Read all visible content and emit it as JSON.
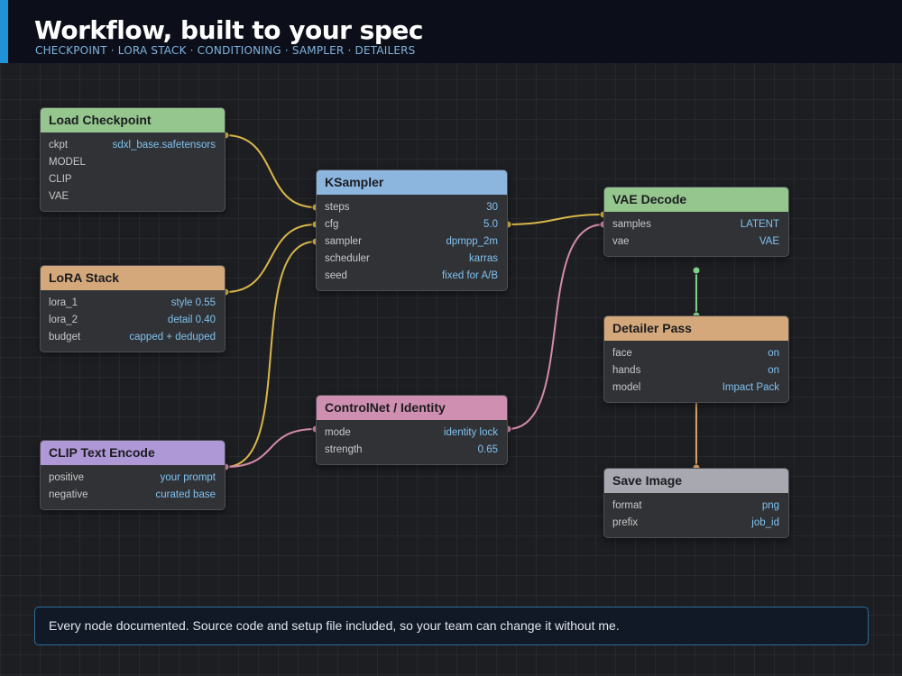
{
  "header": {
    "title": "Workflow, built to your spec",
    "subtitle": "CHECKPOINT · LORA STACK · CONDITIONING · SAMPLER · DETAILERS"
  },
  "colors": {
    "checkpoint_header": "#95c68e",
    "lora_header": "#d4a87a",
    "clip_header": "#ae98d6",
    "ksampler_header": "#8db6df",
    "controlnet_header": "#cf8fb0",
    "vae_header": "#95c68e",
    "detailer_header": "#d4a87a",
    "save_header": "#a7a8b0",
    "wire_yellow": "#d8b64a",
    "wire_pink": "#d38aa8",
    "wire_green": "#7fcf88",
    "wire_orange": "#d6a064",
    "accent": "#1f93d6"
  },
  "nodes": {
    "checkpoint": {
      "title": "Load Checkpoint",
      "rows": [
        {
          "k": "ckpt",
          "v": "sdxl_base.safetensors"
        },
        {
          "k": "MODEL",
          "v": ""
        },
        {
          "k": "CLIP",
          "v": ""
        },
        {
          "k": "VAE",
          "v": ""
        }
      ]
    },
    "lora": {
      "title": "LoRA Stack",
      "rows": [
        {
          "k": "lora_1",
          "v": "style  0.55"
        },
        {
          "k": "lora_2",
          "v": "detail  0.40"
        },
        {
          "k": "budget",
          "v": "capped + deduped"
        }
      ]
    },
    "clip": {
      "title": "CLIP Text Encode",
      "rows": [
        {
          "k": "positive",
          "v": "your prompt"
        },
        {
          "k": "negative",
          "v": "curated base"
        }
      ]
    },
    "ksampler": {
      "title": "KSampler",
      "rows": [
        {
          "k": "steps",
          "v": "30"
        },
        {
          "k": "cfg",
          "v": "5.0"
        },
        {
          "k": "sampler",
          "v": "dpmpp_2m"
        },
        {
          "k": "scheduler",
          "v": "karras"
        },
        {
          "k": "seed",
          "v": "fixed for A/B"
        }
      ]
    },
    "controlnet": {
      "title": "ControlNet / Identity",
      "rows": [
        {
          "k": "mode",
          "v": "identity lock"
        },
        {
          "k": "strength",
          "v": "0.65"
        }
      ]
    },
    "vae": {
      "title": "VAE Decode",
      "rows": [
        {
          "k": "samples",
          "v": "LATENT"
        },
        {
          "k": "vae",
          "v": "VAE"
        }
      ]
    },
    "detailer": {
      "title": "Detailer Pass",
      "rows": [
        {
          "k": "face",
          "v": "on"
        },
        {
          "k": "hands",
          "v": "on"
        },
        {
          "k": "model",
          "v": "Impact Pack"
        }
      ]
    },
    "save": {
      "title": "Save Image",
      "rows": [
        {
          "k": "format",
          "v": "png"
        },
        {
          "k": "prefix",
          "v": "job_id"
        }
      ]
    }
  },
  "footer": {
    "text": "Every node documented. Source code and setup file included, so your team can change it without me."
  }
}
